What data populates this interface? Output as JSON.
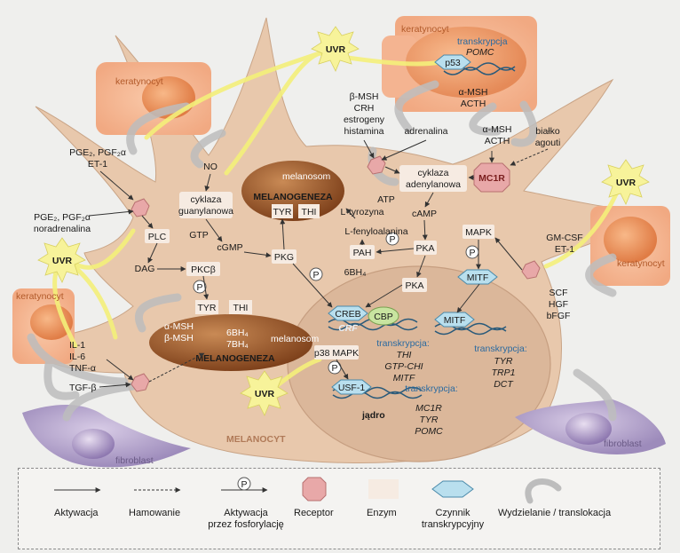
{
  "colors": {
    "cell": "#e8c8ac",
    "nucleus": "#dbb79a",
    "keratinocyte": "#f4b491",
    "keratinocyte_nucleus": "#e8895a",
    "fibroblast": "#b2a2c8",
    "melanosome": "#a35b2b",
    "receptor": "#e8a8a8",
    "uvr": "#f4f07a",
    "mitf": "#b9dfee",
    "enzyme_box": "#f6ebe2"
  },
  "cells": {
    "melanocyte": "MELANOCYT",
    "nucleus": "jądro",
    "keratinocyte": "keratynocyt",
    "fibroblast": "fibroblast"
  },
  "uvr": "UVR",
  "top_keratinocyte": {
    "transcription": "transkrypcja",
    "gene": "POMC",
    "p53": "p53",
    "products": [
      "α-MSH",
      "ACTH"
    ]
  },
  "hormones": [
    "β-MSH",
    "CRH",
    "estrogeny",
    "histamina"
  ],
  "adrenalina": "adrenalina",
  "mc1r_ligands": [
    "α-MSH",
    "ACTH"
  ],
  "agouti": [
    "białko",
    "agouti"
  ],
  "mc1r": "MC1R",
  "adenylyl_cyclase": [
    "cyklaza",
    "adenylanowa"
  ],
  "atp": "ATP",
  "camp": "cAMP",
  "pka": "PKA",
  "pka_nucleus": "PKA",
  "pge_top": [
    "PGE₂, PGF₂α",
    "ET-1"
  ],
  "no": "NO",
  "guanylyl_cyclase": [
    "cyklaza",
    "guanylanowa"
  ],
  "gtp": "GTP",
  "cgmp": "cGMP",
  "pkg": "PKG",
  "pge_left": [
    "PGE₂, PGF₂α",
    "noradrenalina"
  ],
  "plc": "PLC",
  "dag": "DAG",
  "pkcb": "PKCβ",
  "p_symbol": "P",
  "melanosome_top": {
    "label": "melanosom",
    "process": "MELANOGENEZA",
    "enzymes": [
      "TYR",
      "THI"
    ],
    "substrates": [
      "L-tyrozyna",
      "L-fenyloalanina"
    ]
  },
  "pah": "PAH",
  "bh4": "6BH₄",
  "melanosome_bottom": {
    "enzymes": [
      "TYR",
      "THI"
    ],
    "ligands": [
      "α-MSH",
      "β-MSH"
    ],
    "bh4": [
      "6BH₄",
      "7BH₄"
    ],
    "label": "melanosom",
    "process": "MELANOGENEZA"
  },
  "cytokines_left": [
    "IL-1",
    "IL-6",
    "TNF-α"
  ],
  "tgfb": "TGF-β",
  "mapk": "MAPK",
  "mitf": "MITF",
  "right_factors": [
    "GM-CSF",
    "ET-1"
  ],
  "right_factors_2": [
    "SCF",
    "HGF",
    "bFGF"
  ],
  "creb": "CREB",
  "cbp": "CBP",
  "crf": "CRF",
  "creb_genes": {
    "heading": "transkrypcja:",
    "genes": [
      "THI",
      "GTP-CHI",
      "MITF"
    ]
  },
  "mitf_genes": {
    "heading": "transkrypcja:",
    "genes": [
      "TYR",
      "TRP1",
      "DCT"
    ]
  },
  "p38": "p38 MAPK",
  "usf1": "USF-1",
  "usf_genes": {
    "heading": "transkrypcja:",
    "genes": [
      "MC1R",
      "TYR",
      "POMC"
    ]
  },
  "legend": {
    "activation": "Aktywacja",
    "inhibition": "Hamowanie",
    "phosphorylation": [
      "Aktywacja",
      "przez fosforylację"
    ],
    "receptor": "Receptor",
    "enzyme": "Enzym",
    "tf": [
      "Czynnik",
      "transkrypcyjny"
    ],
    "secretion": "Wydzielanie / translokacja"
  }
}
